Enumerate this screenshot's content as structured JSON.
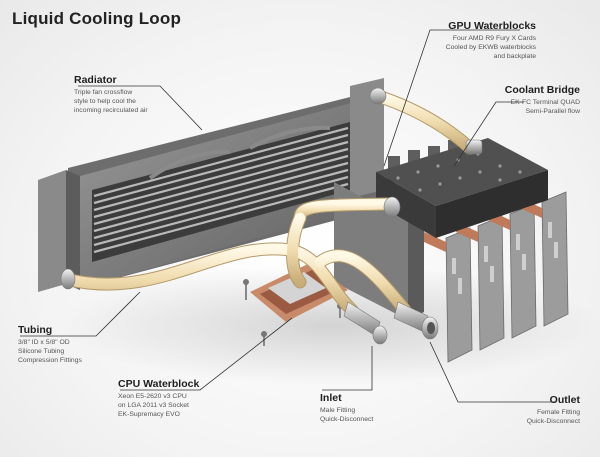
{
  "title": "Liquid Cooling Loop",
  "callouts": {
    "radiator": {
      "heading": "Radiator",
      "lines": [
        "Triple fan crossflow",
        "style to help cool the",
        "incoming recirculated air"
      ]
    },
    "gpu": {
      "heading": "GPU Waterblocks",
      "lines": [
        "Four AMD R9 Fury X Cards",
        "Cooled by EKWB waterblocks",
        "and backplate"
      ]
    },
    "bridge": {
      "heading": "Coolant Bridge",
      "lines": [
        "EK-FC Terminal QUAD",
        "Semi-Parallel flow"
      ]
    },
    "tubing": {
      "heading": "Tubing",
      "lines": [
        "3/8\" ID x 5/8\" OD",
        "Silicone Tubing",
        "Compression Fittings"
      ]
    },
    "cpu": {
      "heading": "CPU Waterblock",
      "lines": [
        "Xeon E5-2620 v3 CPU",
        "on LGA 2011 v3 Socket",
        "EK-Supremacy EVO"
      ]
    },
    "inlet": {
      "heading": "Inlet",
      "lines": [
        "Male Fitting",
        "Quick-Disconnect"
      ]
    },
    "outlet": {
      "heading": "Outlet",
      "lines": [
        "Female Fitting",
        "Quick-Disconnect"
      ]
    }
  }
}
